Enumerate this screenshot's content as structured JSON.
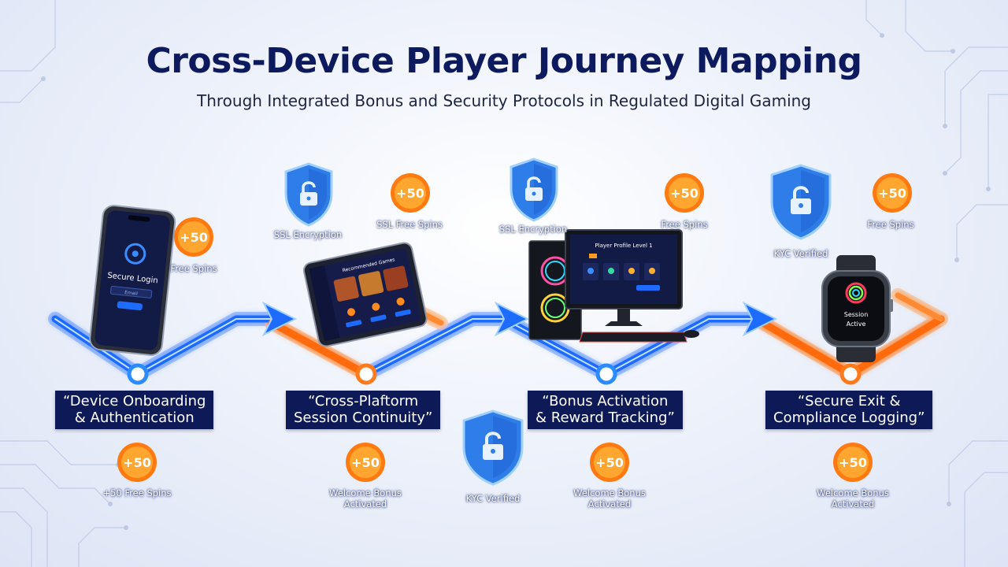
{
  "title": "Cross-Device Player Journey Mapping",
  "subtitle": "Through Integrated Bonus and Security Protocols in Regulated Digital Gaming",
  "colors": {
    "navy": "#0d1a5e",
    "blue_path": "#1e6bff",
    "orange_path": "#ff7a1a",
    "coin": "#ff9b1e",
    "shield": "#2f7de8"
  },
  "stages": [
    {
      "line1": "“Device Onboarding",
      "line2": "& Authentication"
    },
    {
      "line1": "“Cross-Plaftorm",
      "line2": "Session Continuity”"
    },
    {
      "line1": "“Bonus Activation",
      "line2": "& Reward Tracking”"
    },
    {
      "line1": "“Secure Exit &",
      "line2": "Compliance Logging”"
    }
  ],
  "coin_text": "+50",
  "top_labels": {
    "free_spins_1": "Free Spins",
    "ssl_1": "SSL Encryption",
    "ssl_free_spins": "SSL Free Spins",
    "ssl_2": "SSL Encryption",
    "free_spins_2": "Free Spins",
    "kyc_1": "KYC Verified",
    "free_spins_3": "Free Spins"
  },
  "bottom_labels": {
    "spins": "+50 Free Spins",
    "welcome_1_line1": "Welcome Bonus",
    "welcome_1_line2": "Activated",
    "kyc_2": "KYC Verified",
    "welcome_2_line1": "Welcome Bonus",
    "welcome_2_line2": "Activated",
    "welcome_3_line1": "Welcome Bonus",
    "welcome_3_line2": "Activated"
  },
  "devices": {
    "phone_title": "Secure Login",
    "phone_field": "Email",
    "monitor_title": "Player Profile Level 1",
    "watch_line1": "Session",
    "watch_line2": "Active",
    "tablet_title": "Recommended Games"
  }
}
